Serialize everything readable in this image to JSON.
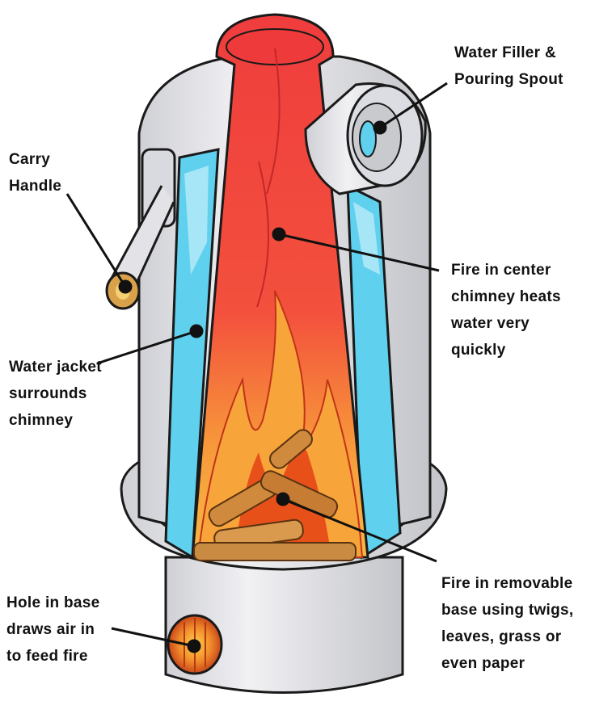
{
  "labels": {
    "spout": [
      "Water Filler &",
      "Pouring Spout"
    ],
    "handle": [
      "Carry",
      "Handle"
    ],
    "chimney": [
      "Fire in center",
      "chimney heats",
      "water very",
      "quickly"
    ],
    "jacket": [
      "Water jacket",
      "surrounds",
      "chimney"
    ],
    "hole": [
      "Hole in base",
      "draws air in",
      "to feed fire"
    ],
    "base_fire": [
      "Fire in removable",
      "base using twigs,",
      "leaves, grass or",
      "even paper"
    ]
  },
  "colors": {
    "metal": "#e2e2e6",
    "metal_dark": "#b9bac0",
    "water": "#5fd0ee",
    "fire_red": "#f0463f",
    "fire_orange": "#f7a43a",
    "flame": "#e8501a",
    "wood": "#d08a3e",
    "brass": "#d9a24a",
    "outline": "#1a1a1a"
  }
}
